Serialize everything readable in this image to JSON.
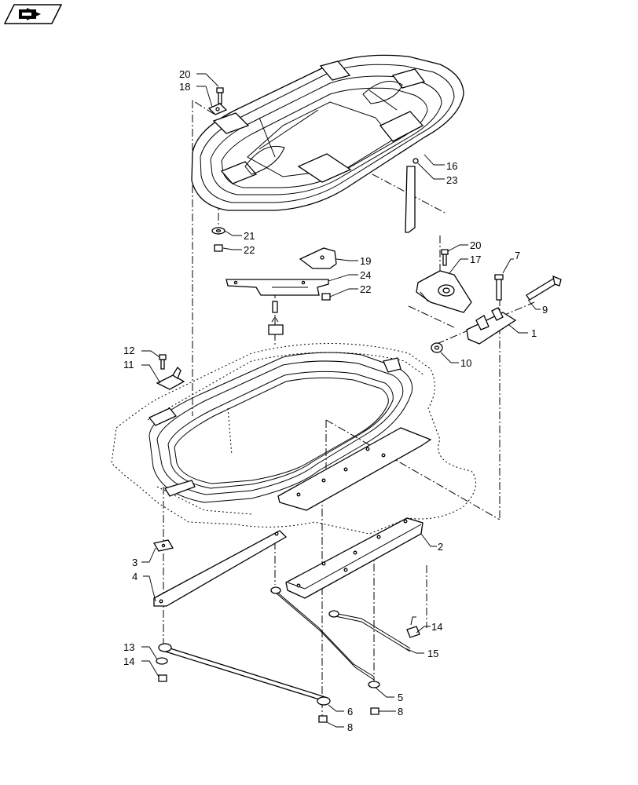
{
  "diagram": {
    "nav_icon": "book-arrow-icon",
    "callouts": [
      "20",
      "18",
      "16",
      "23",
      "21",
      "22",
      "19",
      "24",
      "22",
      "20",
      "17",
      "7",
      "9",
      "1",
      "10",
      "12",
      "11",
      "2",
      "3",
      "4",
      "14",
      "13",
      "15",
      "14",
      "5",
      "6",
      "8",
      "8"
    ]
  }
}
